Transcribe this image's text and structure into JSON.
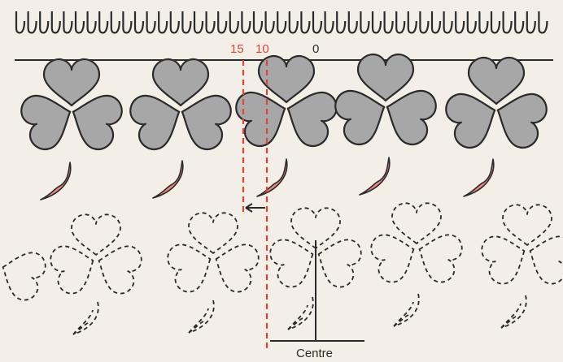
{
  "labels": {
    "tick_15": "15",
    "tick_10": "10",
    "tick_0": "0",
    "centre": "Centre"
  },
  "colors": {
    "background": "#f3efe6",
    "leaf_fill": "#a7a7a7",
    "stem_fill": "#f08a82",
    "guide_red": "#e0443a",
    "ink": "#2a2a2a"
  },
  "motif": {
    "solid_shamrock_count": 5,
    "dashed_shamrock_count": 5
  }
}
